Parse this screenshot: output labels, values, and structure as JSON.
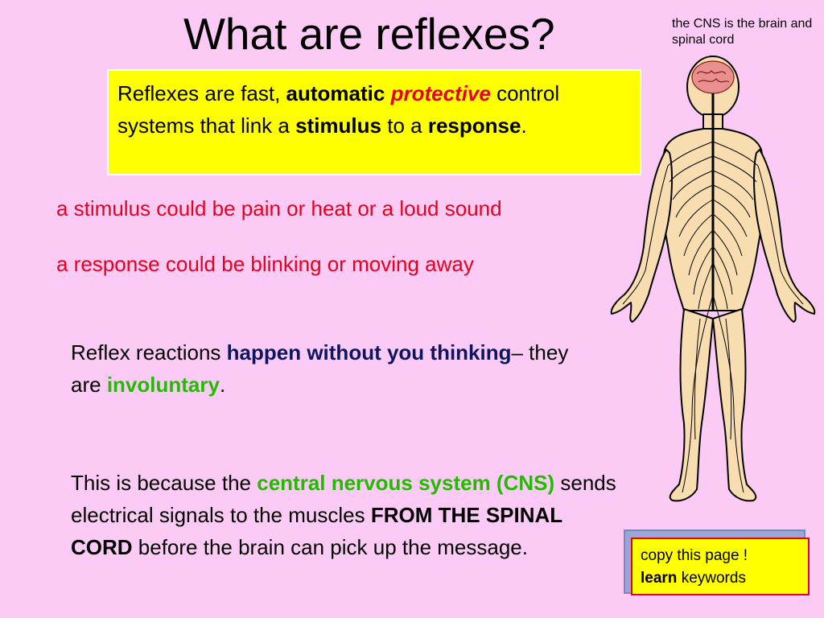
{
  "slide": {
    "title": "What are reflexes?",
    "cns_note": "the CNS is the brain and spinal cord",
    "definition": {
      "part1": "Reflexes are fast, ",
      "automatic": "automatic",
      "space": " ",
      "protective": "protective",
      "part2": " control systems that link a ",
      "stimulus": "stimulus",
      "part3": " to a ",
      "response": "response",
      "end": "."
    },
    "stimulus_example": "a stimulus could be pain or  heat or a loud sound",
    "response_example": "a response could be blinking or moving away",
    "reflex_para": {
      "part1": "Reflex reactions ",
      "bold": "happen without you thinking",
      "part2": "– they are ",
      "involuntary": "involuntary",
      "end": "."
    },
    "cns_para": {
      "part1": "This is because the ",
      "cns_term": "central nervous system (CNS)",
      "part2": " sends electrical signals to the muscles ",
      "bold": "FROM THE SPINAL CORD",
      "part3": " before the brain can pick up the message."
    },
    "copy_box": {
      "line1": "copy this page !",
      "learn": "learn",
      "keywords": " keywords"
    }
  },
  "colors": {
    "background": "#fccbf5",
    "highlight": "#ffff00",
    "red": "#e6001d",
    "green": "#22bb00",
    "navy": "#0b1560",
    "skin": "#f7ddb0"
  },
  "icons": [
    "nervous-system-figure"
  ]
}
